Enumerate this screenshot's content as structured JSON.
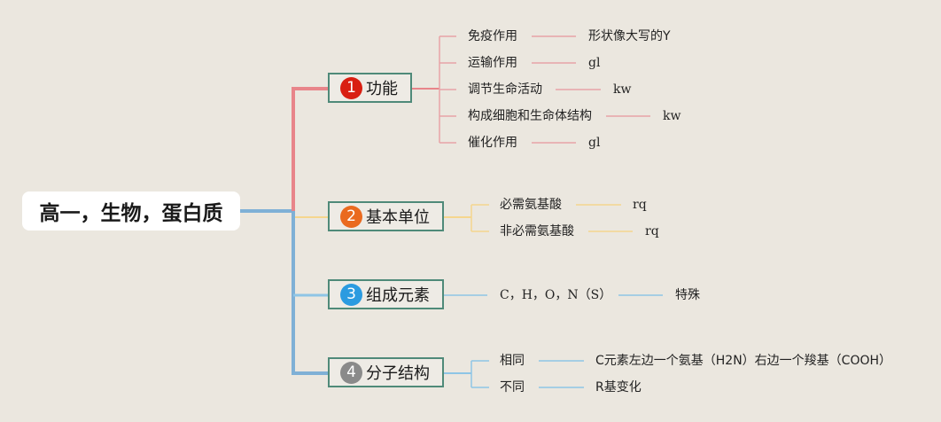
{
  "root": {
    "label": "高一，生物，蛋白质"
  },
  "branches": [
    {
      "number": "1",
      "label": "功能",
      "badge_color": "#d91f12",
      "line_color": "#e8858a",
      "items": [
        {
          "label": "免疫作用",
          "value": "形状像大写的Y"
        },
        {
          "label": "运输作用",
          "value": "gl"
        },
        {
          "label": "调节生命活动",
          "value": "kw"
        },
        {
          "label": "构成细胞和生命体结构",
          "value": "kw"
        },
        {
          "label": "催化作用",
          "value": "gl"
        }
      ]
    },
    {
      "number": "2",
      "label": "基本单位",
      "badge_color": "#ea6a1f",
      "line_color": "#f5d68e",
      "items": [
        {
          "label": "必需氨基酸",
          "value": "rq"
        },
        {
          "label": "非必需氨基酸",
          "value": "rq"
        }
      ]
    },
    {
      "number": "3",
      "label": "组成元素",
      "badge_color": "#2b9be0",
      "line_color": "#8ec5e6",
      "items": [
        {
          "label": "C，H，O，N（S）",
          "value": "特殊"
        }
      ]
    },
    {
      "number": "4",
      "label": "分子结构",
      "badge_color": "#8a8a8a",
      "line_color": "#8ec5e6",
      "items": [
        {
          "label": "相同",
          "value": "C元素左边一个氨基（H2N）右边一个羧基（COOH）"
        },
        {
          "label": "不同",
          "value": "R基变化"
        }
      ]
    }
  ]
}
